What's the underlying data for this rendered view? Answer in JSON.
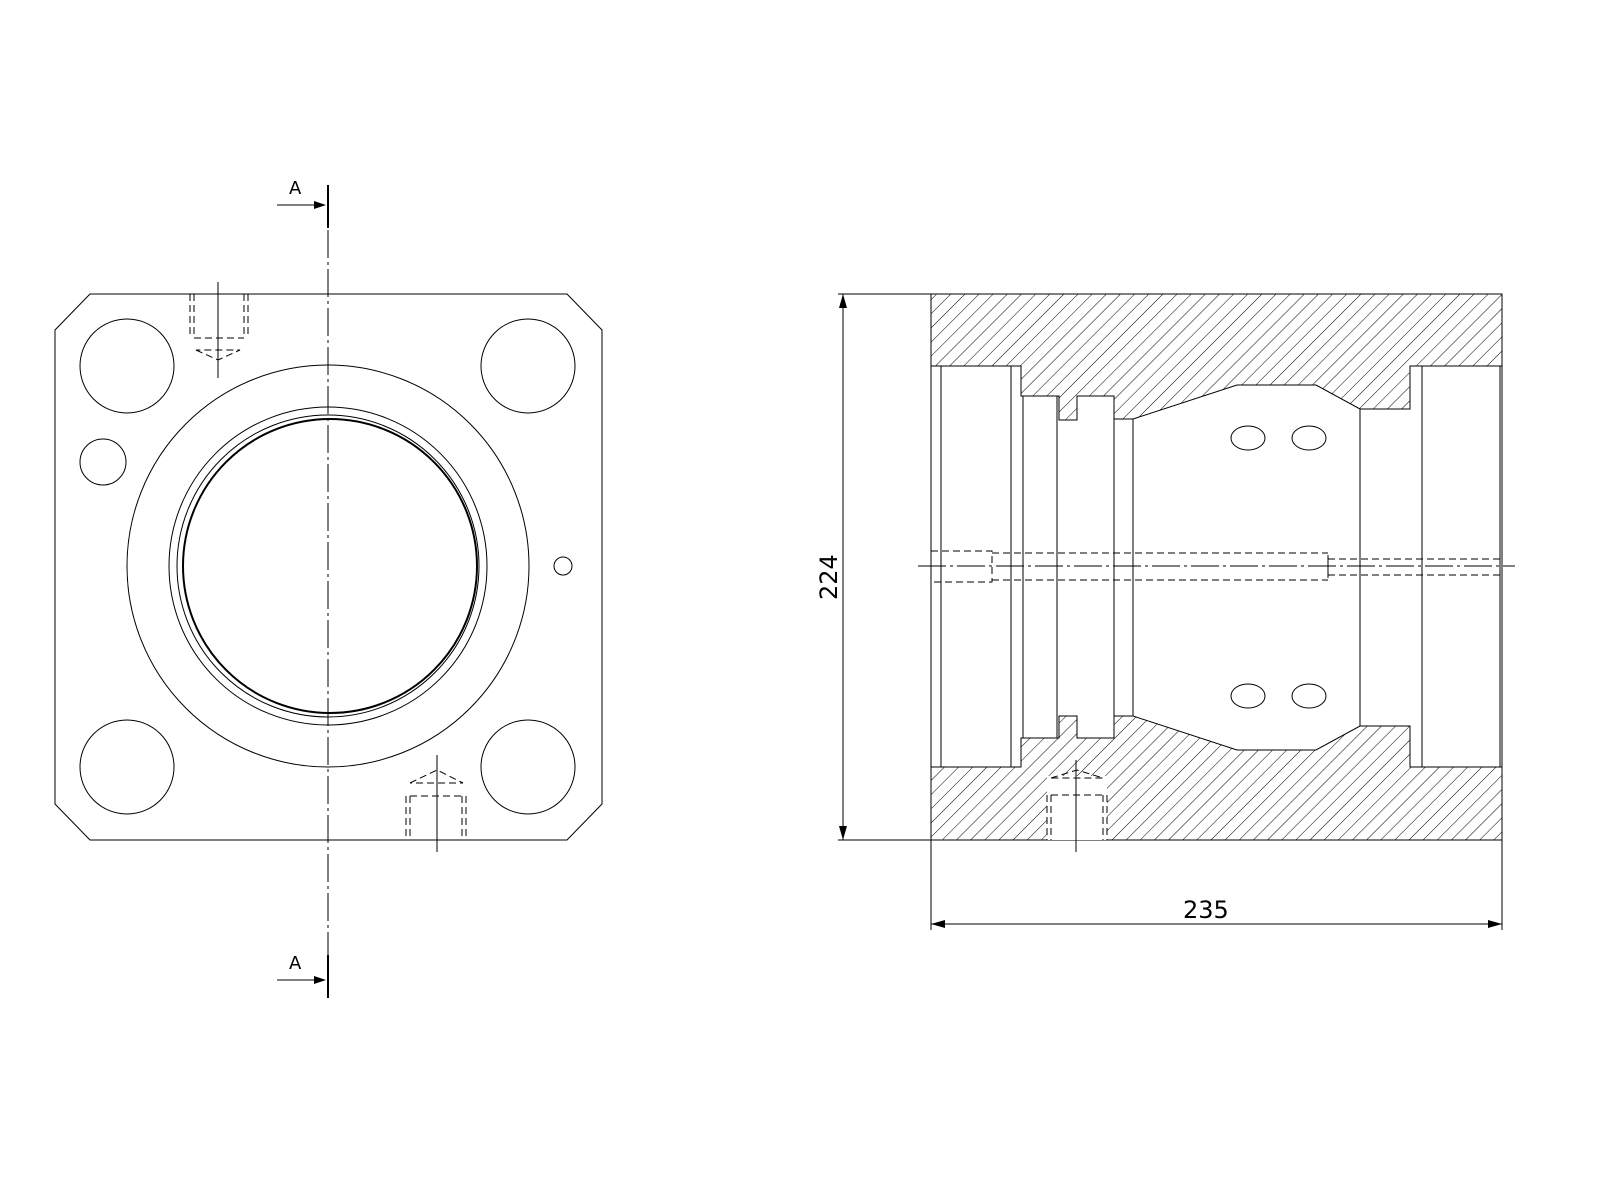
{
  "drawing": {
    "section_label_top": "A",
    "section_label_bottom": "A",
    "dim_height": "224",
    "dim_width": "235"
  },
  "colors": {
    "line": "#000000",
    "background": "#ffffff"
  }
}
